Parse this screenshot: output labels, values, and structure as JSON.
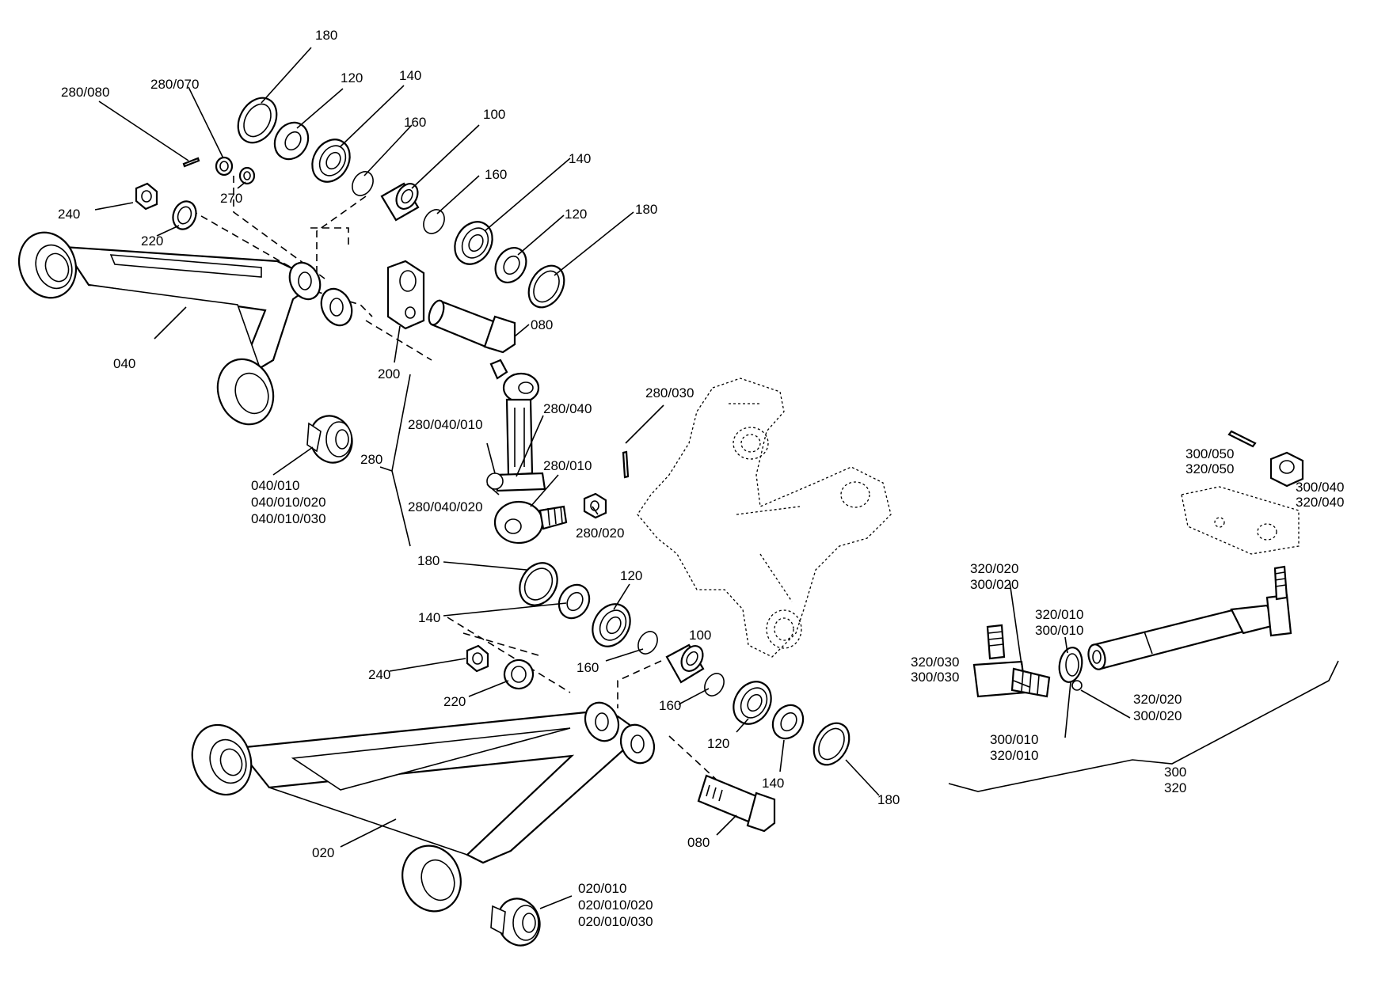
{
  "callouts": {
    "c180_a": "180",
    "c120_a": "120",
    "c140_a": "140",
    "c280_080": "280/080",
    "c280_070": "280/070",
    "c160_a": "160",
    "c100_a": "100",
    "c270": "270",
    "c160_b": "160",
    "c140_b": "140",
    "c240_a": "240",
    "c220_a": "220",
    "c120_b": "120",
    "c180_b": "180",
    "c080_a": "080",
    "c040": "040",
    "c200": "200",
    "c280_030": "280/030",
    "c280_040": "280/040",
    "c280_040_010": "280/040/010",
    "c040_010": "040/010",
    "c040_010_020": "040/010/020",
    "c040_010_030": "040/010/030",
    "c280": "280",
    "c280_010": "280/010",
    "c280_040_020": "280/040/020",
    "c280_020": "280/020",
    "c300_050": "300/050",
    "c320_050": "320/050",
    "c300_040": "300/040",
    "c320_040": "320/040",
    "c180_c": "180",
    "c120_c": "120",
    "c140_c": "140",
    "c320_020_a": "320/020",
    "c300_020_a": "300/020",
    "c320_010_a": "320/010",
    "c300_010_a": "300/010",
    "c100_b": "100",
    "c320_030": "320/030",
    "c300_030": "300/030",
    "c240_b": "240",
    "c160_c": "160",
    "c220_b": "220",
    "c160_d": "160",
    "c320_020_b": "320/020",
    "c300_020_b": "300/020",
    "c120_d": "120",
    "c300_010_b": "300/010",
    "c320_010_b": "320/010",
    "c140_d": "140",
    "c300": "300",
    "c320": "320",
    "c180_d": "180",
    "c020": "020",
    "c080_b": "080",
    "c020_010": "020/010",
    "c020_010_020": "020/010/020",
    "c020_010_030": "020/010/030"
  }
}
